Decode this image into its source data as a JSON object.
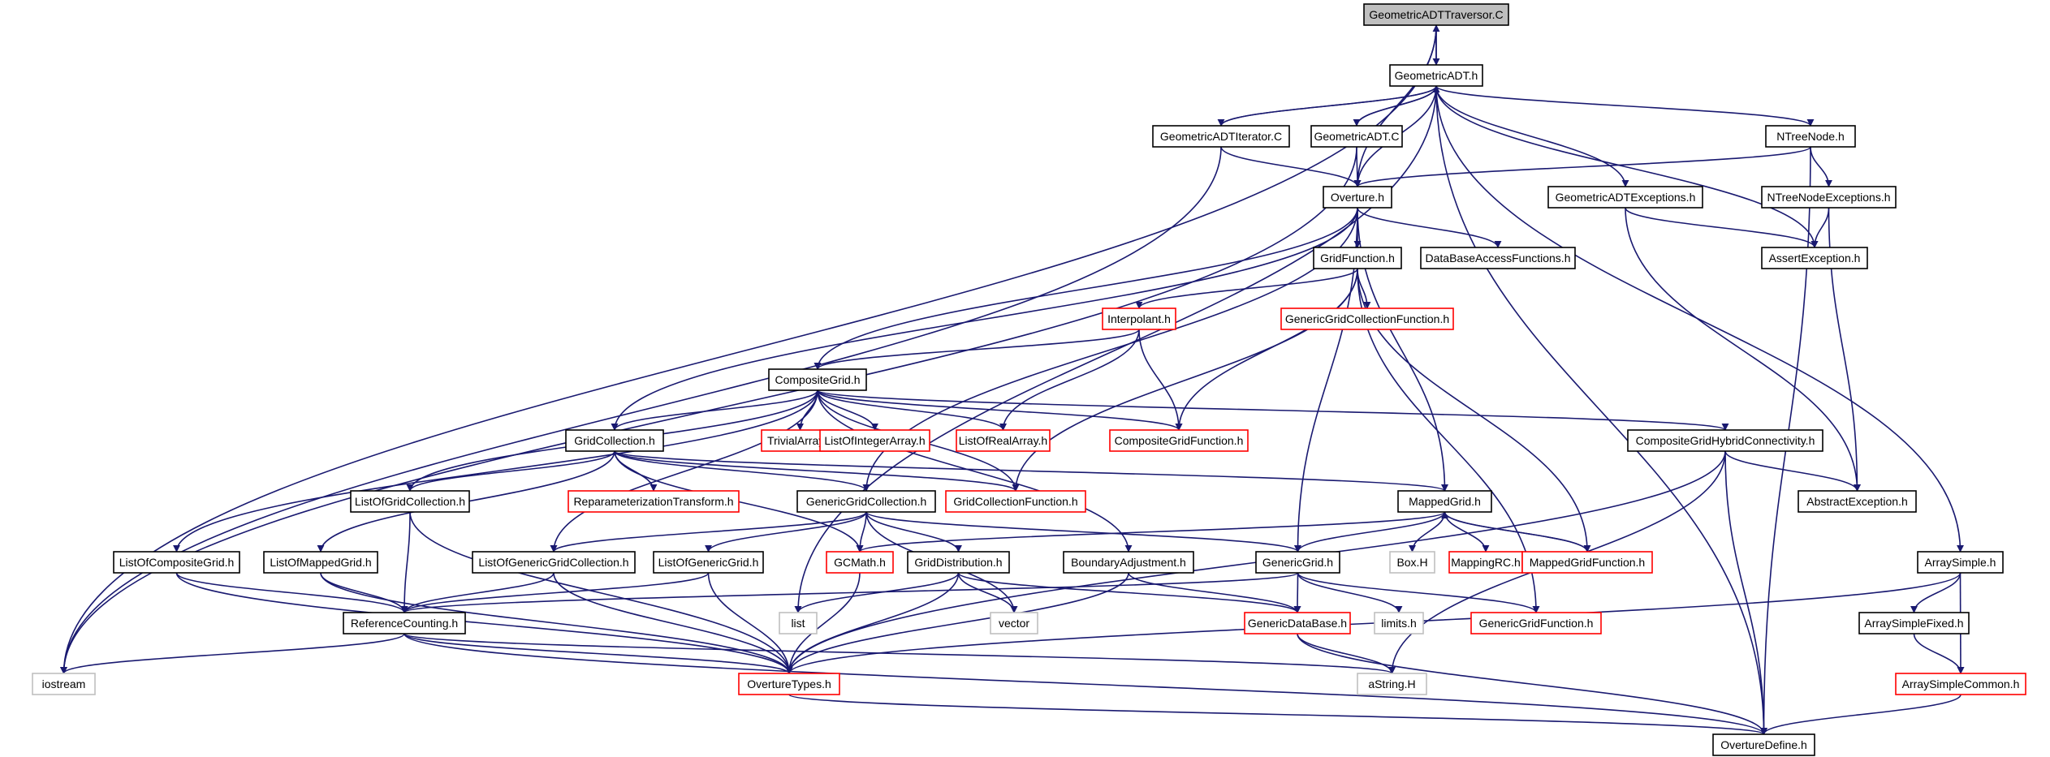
{
  "colors": {
    "edge": "#191970",
    "normal_border": "#000000",
    "missing_border": "#ff0000",
    "system_border": "#bfbfbf",
    "root_fill": "#bfbfbf",
    "fill": "#ffffff",
    "text": "#000000"
  },
  "nodes": {
    "n_traversor": {
      "label": "GeometricADTTraversor.C",
      "style": "root"
    },
    "n_adt": {
      "label": "GeometricADT.h",
      "style": "normal"
    },
    "n_iter": {
      "label": "GeometricADTIterator.C",
      "style": "normal"
    },
    "n_adtc": {
      "label": "GeometricADT.C",
      "style": "normal"
    },
    "n_ntree": {
      "label": "NTreeNode.h",
      "style": "normal"
    },
    "n_overture": {
      "label": "Overture.h",
      "style": "normal"
    },
    "n_adtexc": {
      "label": "GeometricADTExceptions.h",
      "style": "normal"
    },
    "n_ntreeexc": {
      "label": "NTreeNodeExceptions.h",
      "style": "normal"
    },
    "n_gridfunc": {
      "label": "GridFunction.h",
      "style": "normal"
    },
    "n_dbaf": {
      "label": "DataBaseAccessFunctions.h",
      "style": "normal"
    },
    "n_assert": {
      "label": "AssertException.h",
      "style": "normal"
    },
    "n_interp": {
      "label": "Interpolant.h",
      "style": "missing"
    },
    "n_ggcf": {
      "label": "GenericGridCollectionFunction.h",
      "style": "missing"
    },
    "n_cgrid": {
      "label": "CompositeGrid.h",
      "style": "normal"
    },
    "n_trivial": {
      "label": "TrivialArray.h",
      "style": "missing"
    },
    "n_lia": {
      "label": "ListOfIntegerArray.h",
      "style": "missing"
    },
    "n_lra": {
      "label": "ListOfRealArray.h",
      "style": "missing"
    },
    "n_cgf": {
      "label": "CompositeGridFunction.h",
      "style": "missing"
    },
    "n_cghc": {
      "label": "CompositeGridHybridConnectivity.h",
      "style": "normal"
    },
    "n_gc": {
      "label": "GridCollection.h",
      "style": "normal"
    },
    "n_logc": {
      "label": "ListOfGridCollection.h",
      "style": "normal"
    },
    "n_rt": {
      "label": "ReparameterizationTransform.h",
      "style": "missing"
    },
    "n_ggc": {
      "label": "GenericGridCollection.h",
      "style": "normal"
    },
    "n_gcf": {
      "label": "GridCollectionFunction.h",
      "style": "missing"
    },
    "n_mg": {
      "label": "MappedGrid.h",
      "style": "normal"
    },
    "n_abs": {
      "label": "AbstractException.h",
      "style": "normal"
    },
    "n_locg": {
      "label": "ListOfCompositeGrid.h",
      "style": "normal"
    },
    "n_lomg": {
      "label": "ListOfMappedGrid.h",
      "style": "normal"
    },
    "n_loggc": {
      "label": "ListOfGenericGridCollection.h",
      "style": "normal"
    },
    "n_logg": {
      "label": "ListOfGenericGrid.h",
      "style": "normal"
    },
    "n_gcmath": {
      "label": "GCMath.h",
      "style": "missing"
    },
    "n_gd": {
      "label": "GridDistribution.h",
      "style": "normal"
    },
    "n_ba": {
      "label": "BoundaryAdjustment.h",
      "style": "normal"
    },
    "n_gg": {
      "label": "GenericGrid.h",
      "style": "normal"
    },
    "n_box": {
      "label": "Box.H",
      "style": "system"
    },
    "n_mrc": {
      "label": "MappingRC.h",
      "style": "missing"
    },
    "n_mgf": {
      "label": "MappedGridFunction.h",
      "style": "missing"
    },
    "n_as": {
      "label": "ArraySimple.h",
      "style": "normal"
    },
    "n_rc": {
      "label": "ReferenceCounting.h",
      "style": "normal"
    },
    "n_list": {
      "label": "list",
      "style": "system"
    },
    "n_vector": {
      "label": "vector",
      "style": "system"
    },
    "n_gdb": {
      "label": "GenericDataBase.h",
      "style": "missing"
    },
    "n_limits": {
      "label": "limits.h",
      "style": "system"
    },
    "n_ggf": {
      "label": "GenericGridFunction.h",
      "style": "missing"
    },
    "n_asf": {
      "label": "ArraySimpleFixed.h",
      "style": "normal"
    },
    "n_iostream": {
      "label": "iostream",
      "style": "system"
    },
    "n_otypes": {
      "label": "OvertureTypes.h",
      "style": "missing"
    },
    "n_astring": {
      "label": "aString.H",
      "style": "system"
    },
    "n_asc": {
      "label": "ArraySimpleCommon.h",
      "style": "missing"
    },
    "n_odef": {
      "label": "OvertureDefine.h",
      "style": "normal"
    }
  }
}
